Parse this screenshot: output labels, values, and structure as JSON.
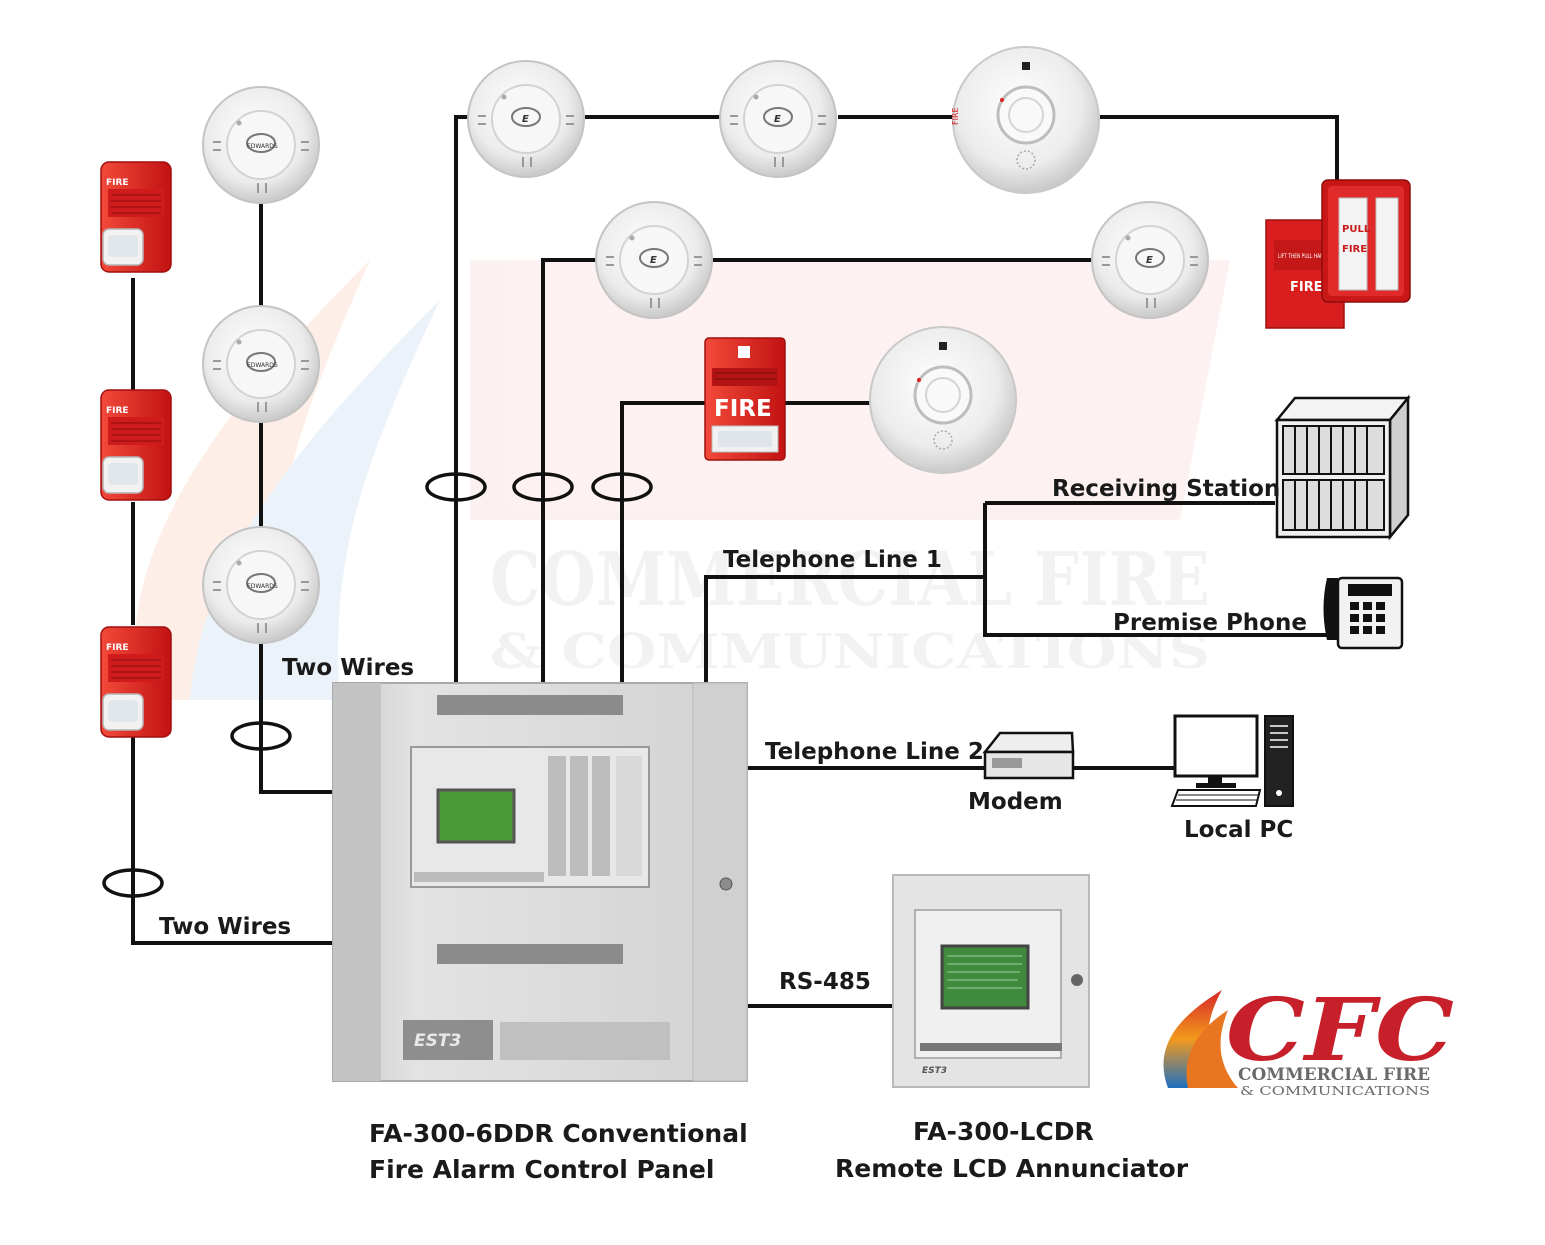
{
  "labels": {
    "two_wires_top": "Two Wires",
    "two_wires_bottom": "Two Wires",
    "receiving_station": "Receiving Station",
    "telephone_line_1": "Telephone Line 1",
    "premise_phone": "Premise Phone",
    "telephone_line_2": "Telephone Line 2",
    "modem": "Modem",
    "local_pc": "Local PC",
    "rs485": "RS-485"
  },
  "panel": {
    "caption_line1": "FA-300-6DDR Conventional",
    "caption_line2": "Fire Alarm Control Panel",
    "brand": "EST3"
  },
  "annunciator": {
    "caption_line1": "FA-300-LCDR",
    "caption_line2": "Remote LCD Annunciator",
    "brand": "EST3"
  },
  "device_text": {
    "strobe_fire": "FIRE",
    "horn_fire": "FIRE",
    "pull_station_fire": "FIRE",
    "pull_station_pull": "PULL",
    "pull_station_instructions": "LIFT THEN PULL HANDLE",
    "detector_brand_left": "EDWARDS",
    "detector_mark": "E",
    "smoke_alarm_fire": "FIRE"
  },
  "watermark": {
    "line1": "COMMERCIAL FIRE",
    "line2": "& COMMUNICATIONS"
  },
  "logo": {
    "letters": "CFC",
    "line1": "COMMERCIAL FIRE",
    "line2": "& COMMUNICATIONS"
  },
  "colors": {
    "device_red": "#e02020",
    "wire": "#111111",
    "panel_gray": "#d6d6d6",
    "lcd_green": "#4a9a3a",
    "logo_red": "#c8202a"
  }
}
